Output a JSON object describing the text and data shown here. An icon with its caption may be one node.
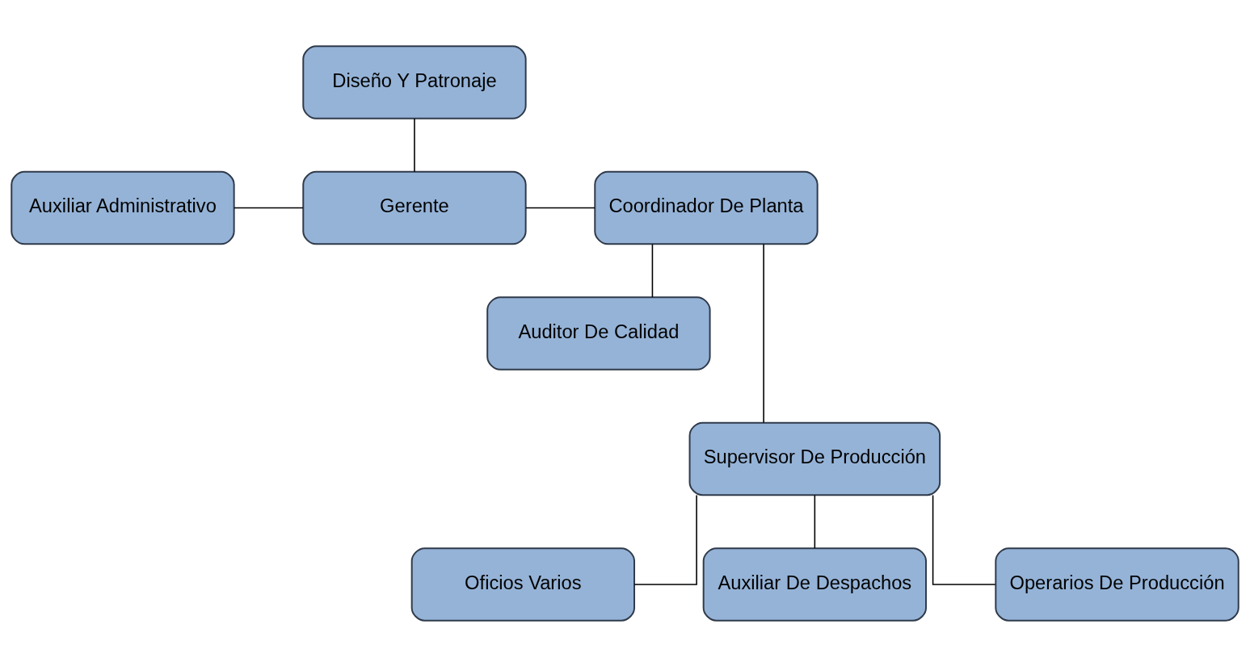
{
  "diagram": {
    "nodes": [
      {
        "text": [
          "Diseño Y Patronaje"
        ]
      },
      {
        "text": [
          "Auxiliar Administrativo"
        ]
      },
      {
        "text": [
          "Gerente"
        ]
      },
      {
        "text": [
          "Coordinador De Planta"
        ]
      },
      {
        "text": [
          "Auditor De Calidad"
        ]
      },
      {
        "text": [
          "Supervisor De Producción"
        ]
      },
      {
        "text": [
          "Oficios Varios"
        ]
      },
      {
        "text": [
          "Auxiliar De Despachos"
        ]
      },
      {
        "text": [
          "Operarios De Producción"
        ]
      }
    ],
    "edges": [
      {
        "from": 0,
        "to": 2,
        "arrow": "none"
      },
      {
        "from": 1,
        "to": 2,
        "arrow": "none"
      },
      {
        "from": 2,
        "to": 3,
        "arrow": "none"
      },
      {
        "from": 3,
        "to": 4,
        "arrow": "none"
      },
      {
        "from": 3,
        "to": 5,
        "arrow": "none"
      },
      {
        "from": 5,
        "to": 6,
        "arrow": "none"
      },
      {
        "from": 5,
        "to": 7,
        "arrow": "none"
      },
      {
        "from": 5,
        "to": 8,
        "arrow": "none"
      }
    ]
  }
}
